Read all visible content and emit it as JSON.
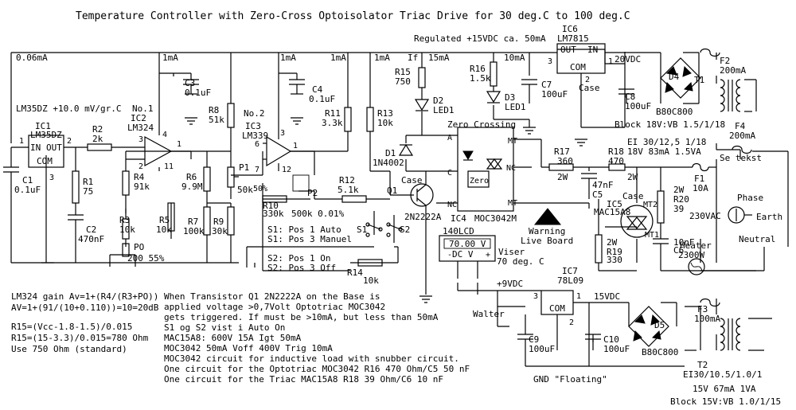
{
  "title": "Temperature Controller with Zero-Cross Optoisolator Triac Drive for 30 deg.C to 100 deg.C",
  "supply": {
    "regulated": "Regulated +15VDC ca. 50mA",
    "i_006": "0.06mA",
    "i_1ma_a": "1mA",
    "i_1ma_b": "1mA",
    "i_1ma_c": "1mA",
    "i_1ma_d": "1mA",
    "if_label": "If",
    "i_15ma": "15mA",
    "i_10ma": "10mA"
  },
  "components": {
    "ic1": {
      "ref": "IC1",
      "part": "LM35DZ",
      "in": "IN",
      "out": "OUT",
      "com": "COM",
      "desc": "LM35DZ +10.0 mV/gr.C",
      "pin1": "1",
      "pin2": "2",
      "pin3": "3"
    },
    "c1": {
      "ref": "C1",
      "val": "0.1uF"
    },
    "r2": {
      "ref": "R2",
      "val": "2k"
    },
    "r1": {
      "ref": "R1",
      "val": "75"
    },
    "c2": {
      "ref": "C2",
      "val": "470nF"
    },
    "ic2": {
      "no": "No.1",
      "ref": "IC2",
      "part": "LM324",
      "p3": "3",
      "p2": "2",
      "p1": "1",
      "p4": "4",
      "p11": "11"
    },
    "r4": {
      "ref": "R4",
      "val": "91k"
    },
    "r3": {
      "ref": "R3",
      "val": "10k"
    },
    "po": {
      "ref": "PO",
      "val": "200 55%"
    },
    "r5": {
      "ref": "R5",
      "val": "10k"
    },
    "c3": {
      "ref": "C3",
      "val": "0.1uF"
    },
    "r8": {
      "ref": "R8",
      "val": "51k"
    },
    "r6": {
      "ref": "R6",
      "val": "9.9M"
    },
    "r7": {
      "ref": "R7",
      "val": "100k"
    },
    "r9": {
      "ref": "R9",
      "val": "30k"
    },
    "p1": {
      "ref": "P1",
      "val": "50k",
      "pct": "50%"
    },
    "ic3": {
      "no": "No.2",
      "ref": "IC3",
      "part": "LM339",
      "p6": "6",
      "p7": "7",
      "p1": "1",
      "p3": "3",
      "p12": "12"
    },
    "c4": {
      "ref": "C4",
      "val": "0.1uF"
    },
    "r11": {
      "ref": "R11",
      "val": "3.3k"
    },
    "r10": {
      "ref": "R10",
      "val": "330k"
    },
    "p2": {
      "ref": "P2",
      "val": "500k 0.01%"
    },
    "r12": {
      "ref": "R12",
      "val": "5.1k"
    },
    "r13": {
      "ref": "R13",
      "val": "10k"
    },
    "q1": {
      "ref": "Q1",
      "part": "2N2222A",
      "case": "Case"
    },
    "r14": {
      "ref": "R14",
      "val": "10k"
    },
    "s1": {
      "ref": "S1",
      "auto": "S1: Pos 1 Auto",
      "man": "S1: Pos 3 Manuel"
    },
    "s2": {
      "ref": "S2",
      "on": "S2: Pos 1 On",
      "off": "S2: Pos 3 Off"
    },
    "r15": {
      "ref": "R15",
      "val": "750"
    },
    "d2": {
      "ref": "D2",
      "part": "LED1"
    },
    "d1": {
      "ref": "D1",
      "part": "1N4002"
    },
    "r16": {
      "ref": "R16",
      "val": "1.5k"
    },
    "d3": {
      "ref": "D3",
      "part": "LED1"
    },
    "c7": {
      "ref": "C7",
      "val": "100uF"
    },
    "ic6": {
      "ref": "IC6",
      "part": "LM7815",
      "out": "OUT",
      "in": "IN",
      "com": "COM",
      "case": "Case",
      "p1": "1",
      "p2": "2",
      "p3": "3"
    },
    "c8": {
      "ref": "C8",
      "val": "100uF"
    },
    "d4": {
      "ref": "D4",
      "part": "B80C800"
    },
    "v20": "20VDC",
    "f2": {
      "ref": "F2",
      "val": "200mA"
    },
    "t1": {
      "ref": "T1",
      "spec1": "EI 30/12,5 1/18",
      "spec2": "18V 83mA 1.5VA",
      "block": "Block 18V:VB 1.5/1/18"
    },
    "zc": "Zero Crossing",
    "ic4": {
      "ref": "IC4",
      "part": "MOC3042M",
      "a": "A",
      "c": "C",
      "nc": "NC",
      "mt1": "MT",
      "mt2": "MT",
      "nc2": "NC",
      "zero": "Zero"
    },
    "r17": {
      "ref": "R17",
      "val": "360",
      "w": "2W"
    },
    "r18": {
      "ref": "R18",
      "val": "470",
      "w": "2W"
    },
    "f4": {
      "ref": "F4",
      "val": "200mA",
      "note": "Se tekst"
    },
    "c5": {
      "ref": "C5",
      "val": "47nF"
    },
    "ic5": {
      "ref": "IC5",
      "part": "MAC15A8",
      "case": "Case",
      "mt1": "MT1",
      "mt2": "MT2"
    },
    "r19": {
      "ref": "R19",
      "val": "330",
      "w": "2W"
    },
    "c6": {
      "ref": "C6",
      "val": "10nF"
    },
    "r20": {
      "ref": "R20",
      "val": "39",
      "w": "2W"
    },
    "f1": {
      "ref": "F1",
      "val": "10A"
    },
    "mains": {
      "v": "230VAC",
      "phase": "Phase",
      "earth": "Earth",
      "neutral": "Neutral"
    },
    "heater": {
      "name": "Heater",
      "power": "2300W"
    },
    "warning": {
      "l1": "Warning",
      "l2": "Live Board"
    },
    "lcd": {
      "ref": "140LCD",
      "reading": "70.00 V",
      "mode": "DC  V",
      "plus": "+",
      "minus": "-",
      "viser": "Viser",
      "shows": "70 deg. C"
    },
    "v9": "+9VDC",
    "ic7": {
      "ref": "IC7",
      "part": "78L09",
      "com": "COM",
      "p1": "1",
      "p2": "2",
      "p3": "3"
    },
    "v15": "15VDC",
    "walter": "Walter",
    "c9": {
      "ref": "C9",
      "val": "100uF"
    },
    "c10": {
      "ref": "C10",
      "val": "100uF"
    },
    "d5": {
      "ref": "D5",
      "part": "B80C800"
    },
    "f3": {
      "ref": "F3",
      "val": "100mA"
    },
    "t2": {
      "ref": "T2",
      "spec1": "EI30/10.5/1.0/1",
      "spec2": "15V 67mA 1VA",
      "block": "Block 15V:VB 1.0/1/15"
    },
    "gnd": "GND \"Floating\""
  },
  "notes_left": [
    "LM324 gain Av=1+(R4/(R3+PO))",
    "AV=1+(91/(10+0.110))=10=20dB",
    "",
    "R15=(Vcc-1.8-1.5)/0.015",
    "R15=(15-3.3)/0.015=780 Ohm",
    "Use 750 Ohm (standard)"
  ],
  "notes_main": [
    "When Transistor Q1 2N2222A on the Base is",
    "applied voltage >0,7Volt Optotriac MOC3042",
    "gets triggered. If must be >10mA, but less than 50mA",
    "S1 og S2 vist i Auto On",
    "MAC15A8: 600V 15A Igt 50mA",
    "MOC3042 50mA Voff 400V Trig 10mA",
    "MOC3042 circuit for inductive load with snubber circuit.",
    "One circuit for the Optotriac MOC3042 R16 470 Ohm/C5 50 nF",
    "One circuit for the Triac MAC15A8 R18 39 Ohm/C6 10 nF"
  ]
}
